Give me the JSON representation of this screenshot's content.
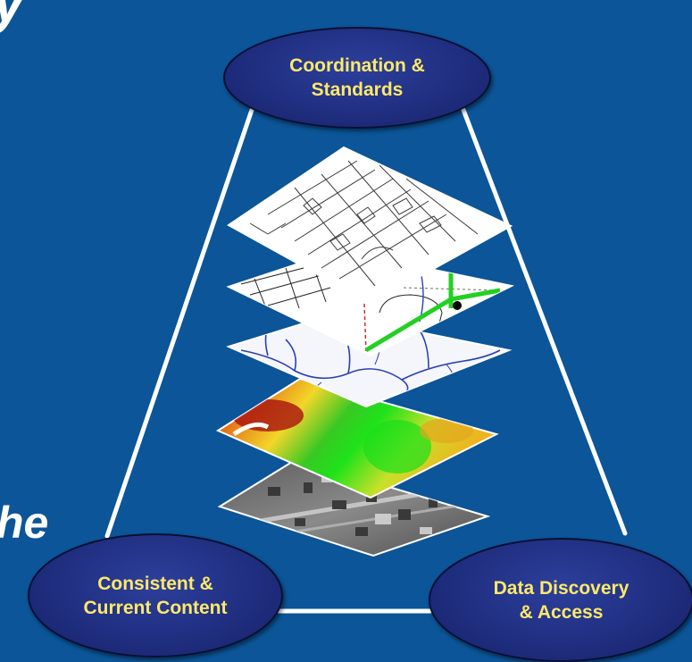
{
  "partial_text": {
    "top": "y",
    "bottom": "he"
  },
  "nodes": {
    "top": "Coordination &\nStandards",
    "left": "Consistent &\nCurrent Content",
    "right": "Data Discovery\n& Access"
  },
  "layers": [
    "streets",
    "utilities",
    "hydrography",
    "elevation",
    "orthoimagery"
  ],
  "colors": {
    "background": "#0b5598",
    "node_fill": "#1c2a78",
    "node_text": "#fde96a",
    "connector": "#ffffff"
  }
}
